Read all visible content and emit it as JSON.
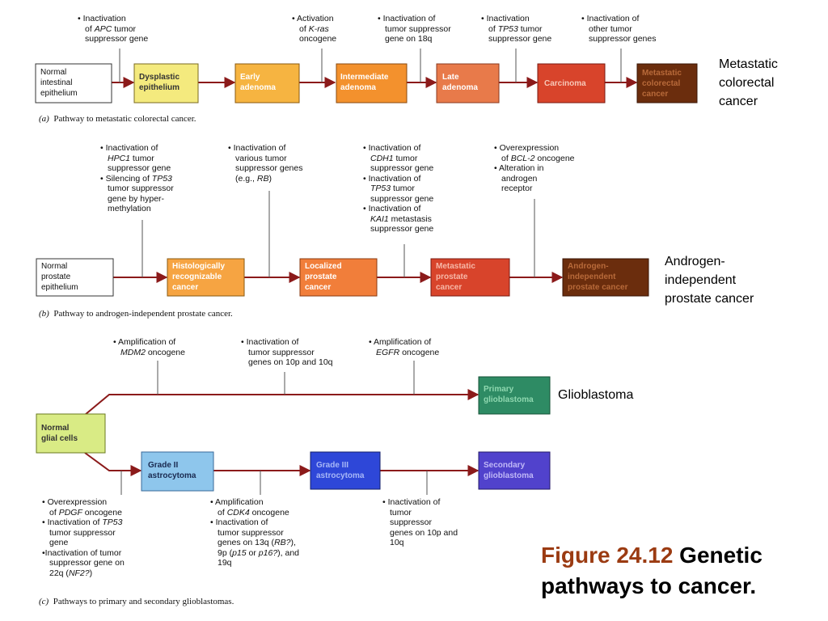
{
  "colors": {
    "arrow": "#8b1a1a",
    "figure_number": "#9b3b12",
    "stage_yellow": "#f4ea7e",
    "stage_orange_light": "#f6b441",
    "stage_orange": "#f3912d",
    "stage_salmon": "#e87a4a",
    "stage_red": "#d8442b",
    "stage_darkbrown": "#6b2d0d",
    "stage_green_light": "#d9eb85",
    "stage_teal": "#2e8b64",
    "stage_lightblue": "#8ec6ec",
    "stage_blue": "#2e47d8",
    "stage_indigo": "#5142cc"
  },
  "panel_a": {
    "caption_letter": "(a)",
    "caption_text": "Pathway to metastatic colorectal cancer.",
    "stages": [
      {
        "l1": "Normal",
        "l2": "intestinal",
        "l3": "epithelium"
      },
      {
        "l1": "Dysplastic",
        "l2": "epithelium",
        "l3": ""
      },
      {
        "l1": "Early",
        "l2": "adenoma",
        "l3": ""
      },
      {
        "l1": "Intermediate",
        "l2": "adenoma",
        "l3": ""
      },
      {
        "l1": "Late",
        "l2": "adenoma",
        "l3": ""
      },
      {
        "l1": "Carcinoma",
        "l2": "",
        "l3": ""
      },
      {
        "l1": "Metastatic",
        "l2": "colorectal",
        "l3": "cancer"
      }
    ],
    "notes": [
      {
        "l1": "• Inactivation",
        "l2a": "of ",
        "l2i": "APC",
        "l2b": " tumor",
        "l3": "suppressor gene"
      },
      {
        "l1": "• Activation",
        "l2a": "of ",
        "l2i": "K-ras",
        "l2b": "",
        "l3": "oncogene"
      },
      {
        "l1": "• Inactivation of",
        "l2a": "tumor suppressor",
        "l2i": "",
        "l2b": "",
        "l3": "gene on 18q"
      },
      {
        "l1": "• Inactivation",
        "l2a": "of ",
        "l2i": "TP53",
        "l2b": " tumor",
        "l3": "suppressor gene"
      },
      {
        "l1": "• Inactivation of",
        "l2a": "other tumor",
        "l2i": "",
        "l2b": "",
        "l3": "suppressor genes"
      }
    ],
    "end_label": {
      "l1": "Metastatic",
      "l2": "colorectal",
      "l3": "cancer"
    }
  },
  "panel_b": {
    "caption_letter": "(b)",
    "caption_text": "Pathway to androgen-independent prostate cancer.",
    "stages": [
      {
        "l1": "Normal",
        "l2": "prostate",
        "l3": "epithelium"
      },
      {
        "l1": "Histologically",
        "l2": "recognizable",
        "l3": "cancer"
      },
      {
        "l1": "Localized",
        "l2": "prostate",
        "l3": "cancer"
      },
      {
        "l1": "Metastatic",
        "l2": "prostate",
        "l3": "cancer"
      },
      {
        "l1": "Androgen-",
        "l2": "independent",
        "l3": "prostate cancer"
      }
    ],
    "note1": {
      "l1": "• Inactivation of",
      "l2": "HPC1",
      "l2b": " tumor",
      "l3": "suppressor gene",
      "l4a": "• Silencing of ",
      "l4i": "TP53",
      "l5": "tumor suppressor",
      "l6": "gene by hyper-",
      "l7": "methylation"
    },
    "note2": {
      "l1": "• Inactivation of",
      "l2": "various tumor",
      "l3": "suppressor genes",
      "l4a": "(e.g., ",
      "l4i": "RB",
      "l4b": ")"
    },
    "note3": {
      "l1": "• Inactivation of",
      "l2": "CDH1",
      "l2b": " tumor",
      "l3": "suppressor gene",
      "l4": "• Inactivation of",
      "l5": "TP53",
      "l5b": " tumor",
      "l6": "suppressor gene",
      "l7": "• Inactivation of",
      "l8": "KAI1",
      "l8b": " metastasis",
      "l9": "suppressor gene"
    },
    "note4": {
      "l1": "• Overexpression",
      "l2a": "of ",
      "l2i": "BCL-2",
      "l2b": " oncogene",
      "l3": "• Alteration in",
      "l4": "androgen",
      "l5": "receptor"
    },
    "end_label": {
      "l1": "Androgen-",
      "l2": "independent",
      "l3": "prostate cancer"
    }
  },
  "panel_c": {
    "caption_letter": "(c)",
    "caption_text": "Pathways to primary and secondary glioblastomas.",
    "stages": {
      "normal": {
        "l1": "Normal",
        "l2": "glial cells"
      },
      "primary": {
        "l1": "Primary",
        "l2": "glioblastoma"
      },
      "grade2": {
        "l1": "Grade II",
        "l2": "astrocytoma"
      },
      "grade3": {
        "l1": "Grade III",
        "l2": "astrocytoma"
      },
      "secondary": {
        "l1": "Secondary",
        "l2": "glioblastoma"
      }
    },
    "top_notes": [
      {
        "l1": "• Amplification of",
        "l2i": "MDM2",
        "l2b": " oncogene",
        "l3": ""
      },
      {
        "l1": "• Inactivation of",
        "l2i": "",
        "l2b": "tumor suppressor",
        "l3": "genes on 10p and 10q"
      },
      {
        "l1": "• Amplification of",
        "l2i": "EGFR",
        "l2b": " oncogene",
        "l3": ""
      }
    ],
    "bottom_note1": {
      "l1": "• Overexpression",
      "l2a": "of ",
      "l2i": "PDGF",
      "l2b": " oncogene",
      "l3a": "• Inactivation of ",
      "l3i": "TP53",
      "l4": "tumor suppressor",
      "l5": "gene",
      "l6": "•Inactivation of tumor",
      "l7": "suppressor gene on",
      "l8a": "22q (",
      "l8i": "NF2?",
      "l8b": ")"
    },
    "bottom_note2": {
      "l1": "• Amplification",
      "l2a": "of ",
      "l2i": "CDK4",
      "l2b": " oncogene",
      "l3": "• Inactivation of",
      "l4": "tumor suppressor",
      "l5a": "genes on 13q (",
      "l5i": "RB?",
      "l5b": "),",
      "l6a": "9p (",
      "l6i": "p15",
      "l6b": " or ",
      "l6i2": "p16?",
      "l6c": "), and",
      "l7": "19q"
    },
    "bottom_note3": {
      "l1": "• Inactivation of",
      "l2": "tumor",
      "l3": "suppressor",
      "l4": "genes on 10p and",
      "l5": "10q"
    },
    "end_label": "Glioblastoma"
  },
  "figure": {
    "number": "Figure 24.12",
    "title_rest": " Genetic",
    "title_line2": "pathways to cancer."
  }
}
